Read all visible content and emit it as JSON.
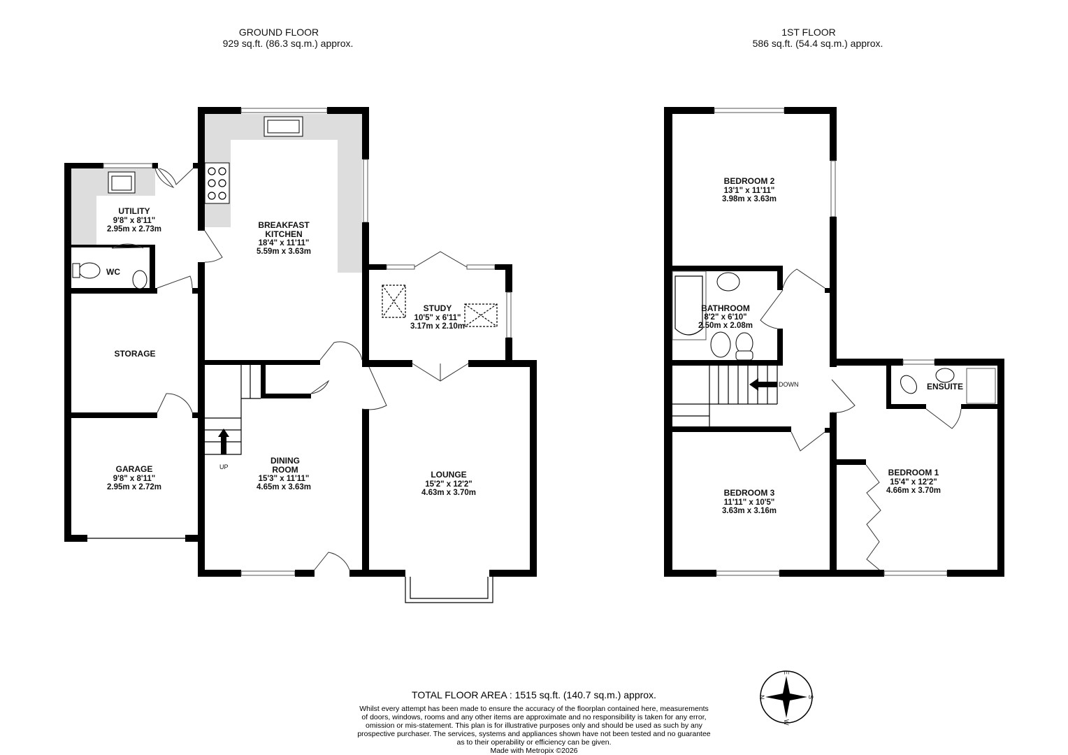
{
  "ground_floor": {
    "title": "GROUND FLOOR",
    "area": "929 sq.ft. (86.3 sq.m.) approx.",
    "rooms": [
      {
        "name": "BREAKFAST",
        "name2": "KITCHEN",
        "imperial": "18'4\"  x 11'11\"",
        "metric": "5.59m  x 3.63m"
      },
      {
        "name": "UTILITY",
        "imperial": "9'8\"  x 8'11\"",
        "metric": "2.95m  x 2.73m"
      },
      {
        "name": "WC"
      },
      {
        "name": "STORAGE"
      },
      {
        "name": "GARAGE",
        "imperial": "9'8\"  x 8'11\"",
        "metric": "2.95m  x 2.72m"
      },
      {
        "name": "DINING",
        "name2": "ROOM",
        "imperial": "15'3\"  x 11'11\"",
        "metric": "4.65m  x 3.63m"
      },
      {
        "name": "STUDY",
        "imperial": "10'5\"  x 6'11\"",
        "metric": "3.17m  x 2.10m"
      },
      {
        "name": "LOUNGE",
        "imperial": "15'2\"  x 12'2\"",
        "metric": "4.63m  x 3.70m"
      }
    ],
    "stairs_label": "UP"
  },
  "first_floor": {
    "title": "1ST FLOOR",
    "area": "586 sq.ft. (54.4 sq.m.) approx.",
    "rooms": [
      {
        "name": "BEDROOM 2",
        "imperial": "13'1\"  x 11'11\"",
        "metric": "3.98m  x 3.63m"
      },
      {
        "name": "BATHROOM",
        "imperial": "8'2\"  x 6'10\"",
        "metric": "2.50m  x 2.08m"
      },
      {
        "name": "ENSUITE"
      },
      {
        "name": "BEDROOM 1",
        "imperial": "15'4\"  x 12'2\"",
        "metric": "4.66m  x 3.70m"
      },
      {
        "name": "BEDROOM 3",
        "imperial": "11'11\"  x 10'5\"",
        "metric": "3.63m  x 3.16m"
      }
    ],
    "stairs_label": "DOWN"
  },
  "footer": {
    "total": "TOTAL FLOOR AREA : 1515 sq.ft. (140.7 sq.m.) approx.",
    "disclaimer": [
      "Whilst every attempt has been made to ensure the accuracy of the floorplan contained here, measurements",
      "of doors, windows, rooms and any other items are approximate and no responsibility is taken for any error,",
      "omission or mis-statement. This plan is for illustrative purposes only and should be used as such by any",
      "prospective purchaser. The services, systems and appliances shown have not been tested and no guarantee",
      "as to their operability or efficiency can be given."
    ],
    "credit": "Made with Metropix ©2026"
  },
  "compass": {
    "n": "N",
    "e": "E",
    "s": "S",
    "w": "W"
  }
}
